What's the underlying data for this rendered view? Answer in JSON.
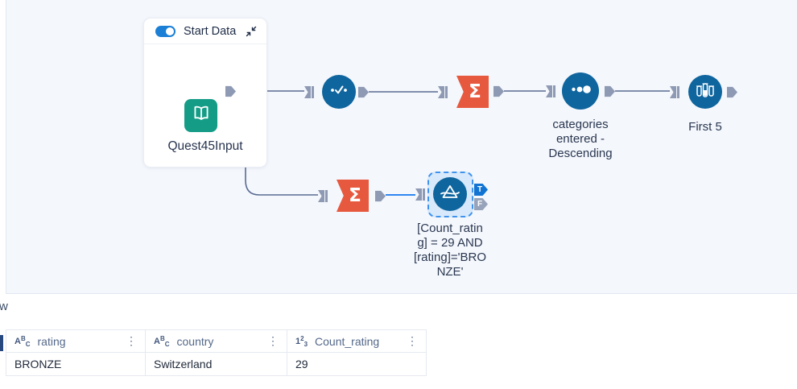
{
  "workflow": {
    "group": {
      "title": "Start Data",
      "toggle_on": true,
      "tool_label": "Quest45Input"
    },
    "sigma_symbol": "Σ",
    "sort_node": {
      "label": "categories entered - Descending"
    },
    "sample_node": {
      "label": "First 5"
    },
    "filter_node": {
      "label": "[Count_rating] = 29 AND [rating]='BRONZE'",
      "true_port": "T",
      "false_port": "F"
    }
  },
  "preview": {
    "clipped_label": "w"
  },
  "table": {
    "column_menu_icon": "⋮",
    "columns": [
      {
        "name": "rating",
        "type": "text",
        "icon": {
          "main": "A",
          "sup": "B",
          "sub": "C"
        }
      },
      {
        "name": "country",
        "type": "text",
        "icon": {
          "main": "A",
          "sup": "B",
          "sub": "C"
        }
      },
      {
        "name": "Count_rating",
        "type": "number",
        "icon": {
          "main": "1",
          "sup": "2",
          "sub": "3"
        }
      }
    ],
    "rows": [
      {
        "cells": [
          "BRONZE",
          "Switzerland",
          "29"
        ]
      }
    ]
  },
  "colors": {
    "canvas_bg": "#f4f7fc",
    "node_blue": "#0f659e",
    "node_orange": "#e7593e",
    "tool_teal": "#149c87",
    "toggle_blue": "#1b7fd6",
    "selection_blue": "#3f93ef",
    "connector_gray": "#5a6b92",
    "connector_selected": "#2f86f0",
    "true_port_blue": "#1173d2",
    "false_port_gray": "#97a3ba"
  }
}
